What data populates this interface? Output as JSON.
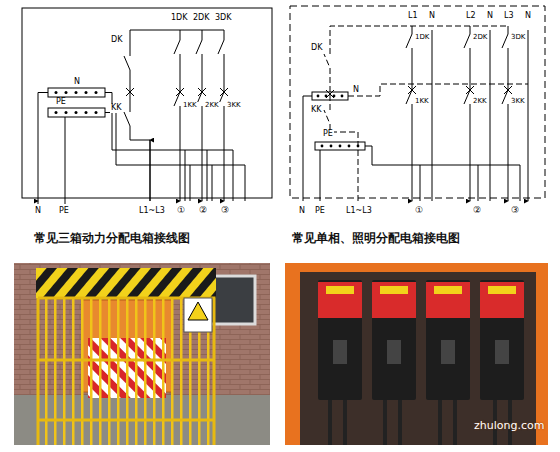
{
  "diagram": {
    "labels": [
      "DK",
      "KK",
      "1DK",
      "2DK",
      "3DK",
      "1KK",
      "2KK",
      "3KK",
      "N",
      "PE",
      "N",
      "PE",
      "L1~L3",
      "①",
      "②",
      "③",
      "DK",
      "KK",
      "L1",
      "N",
      "1DK",
      "L2",
      "N",
      "2DK",
      "L3",
      "N",
      "3DK",
      "N",
      "PE",
      "1KK",
      "2KK",
      "3KK",
      "N",
      "PE",
      "L1~L3",
      "①",
      "②",
      "③",
      "常见三箱动力分配电箱接线图",
      "常见单相、照明分配电箱接电图",
      "zhulong.com"
    ]
  }
}
